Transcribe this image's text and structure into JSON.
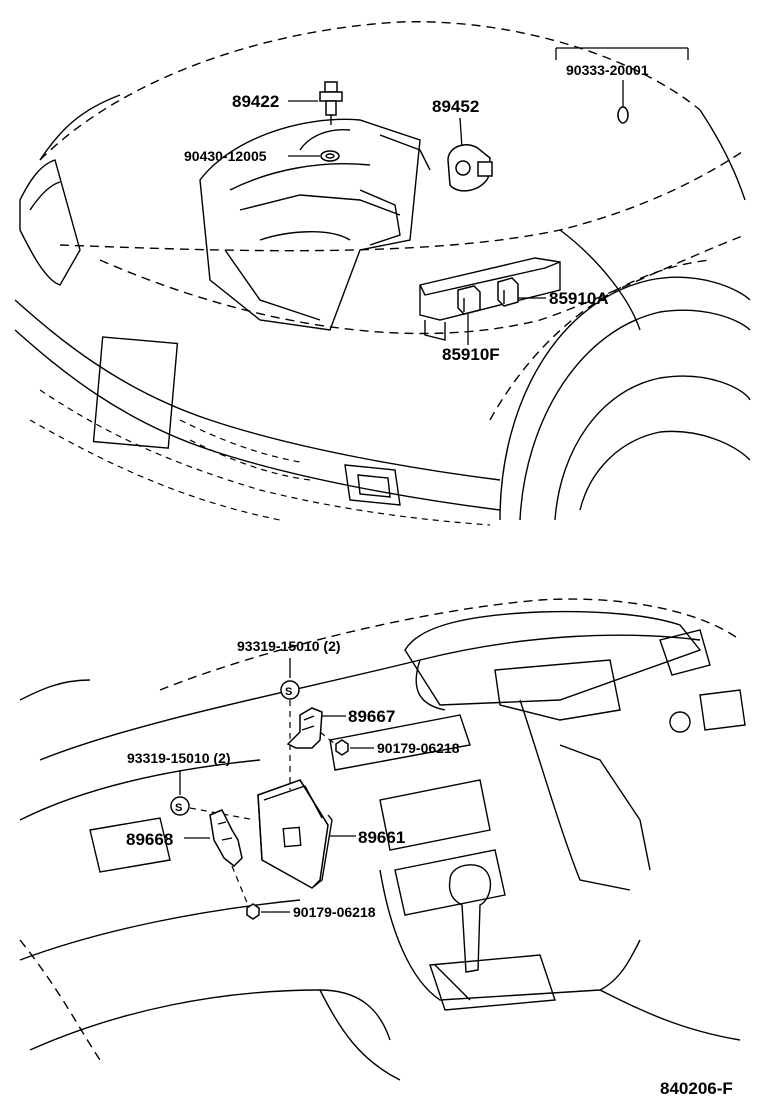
{
  "callouts": {
    "p90333": "90333-20001",
    "p89422": "89422",
    "p89452": "89452",
    "p90430": "90430-12005",
    "p85910a": "85910A",
    "p85910f": "85910F",
    "p93319_upper": "93319-15010 (2)",
    "p89667": "89667",
    "p90179_upper": "90179-06218",
    "p93319_lower": "93319-15010 (2)",
    "p89668": "89668",
    "p89661": "89661",
    "p90179_lower": "90179-06218"
  },
  "diagram_id": "840206-F",
  "washer_symbol": "S"
}
